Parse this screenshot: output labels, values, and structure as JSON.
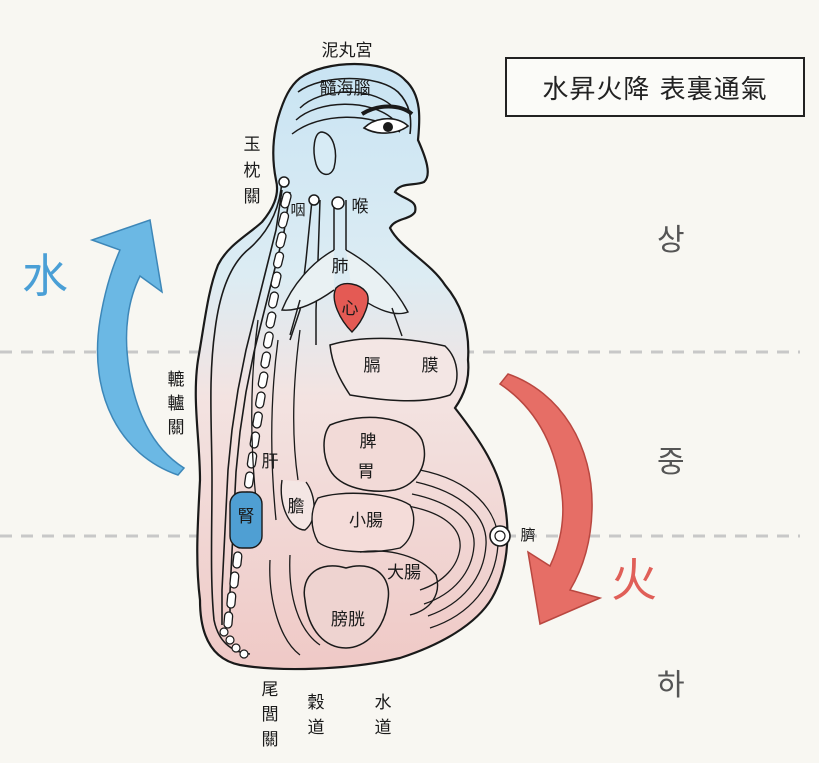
{
  "title": "水昇火降 表裏通氣",
  "zones": {
    "upper": "상",
    "middle": "중",
    "lower": "하"
  },
  "arrows": {
    "water": "水",
    "fire": "火",
    "water_color": "#6bb8e4",
    "fire_color": "#e66e66"
  },
  "labels": {
    "nihwan": "泥丸宮",
    "suhae": "髓海腦",
    "okchim": [
      "玉",
      "枕",
      "關"
    ],
    "yeon": "咽",
    "hu": "喉",
    "pye": "肺",
    "sim": "心",
    "gyeok": "膈",
    "mak": "膜",
    "roknogwan": [
      "轆",
      "轤",
      "關"
    ],
    "bi": "脾",
    "wi": "胃",
    "gan": "肝",
    "sin": "腎",
    "dam": "膽",
    "sojang": "小腸",
    "daejang": "大腸",
    "je": "臍",
    "banggwang": "膀胱",
    "mirogwan": [
      "尾",
      "閭",
      "關"
    ],
    "gokdo": [
      "穀",
      "道"
    ],
    "sudo": [
      "水",
      "道"
    ]
  }
}
